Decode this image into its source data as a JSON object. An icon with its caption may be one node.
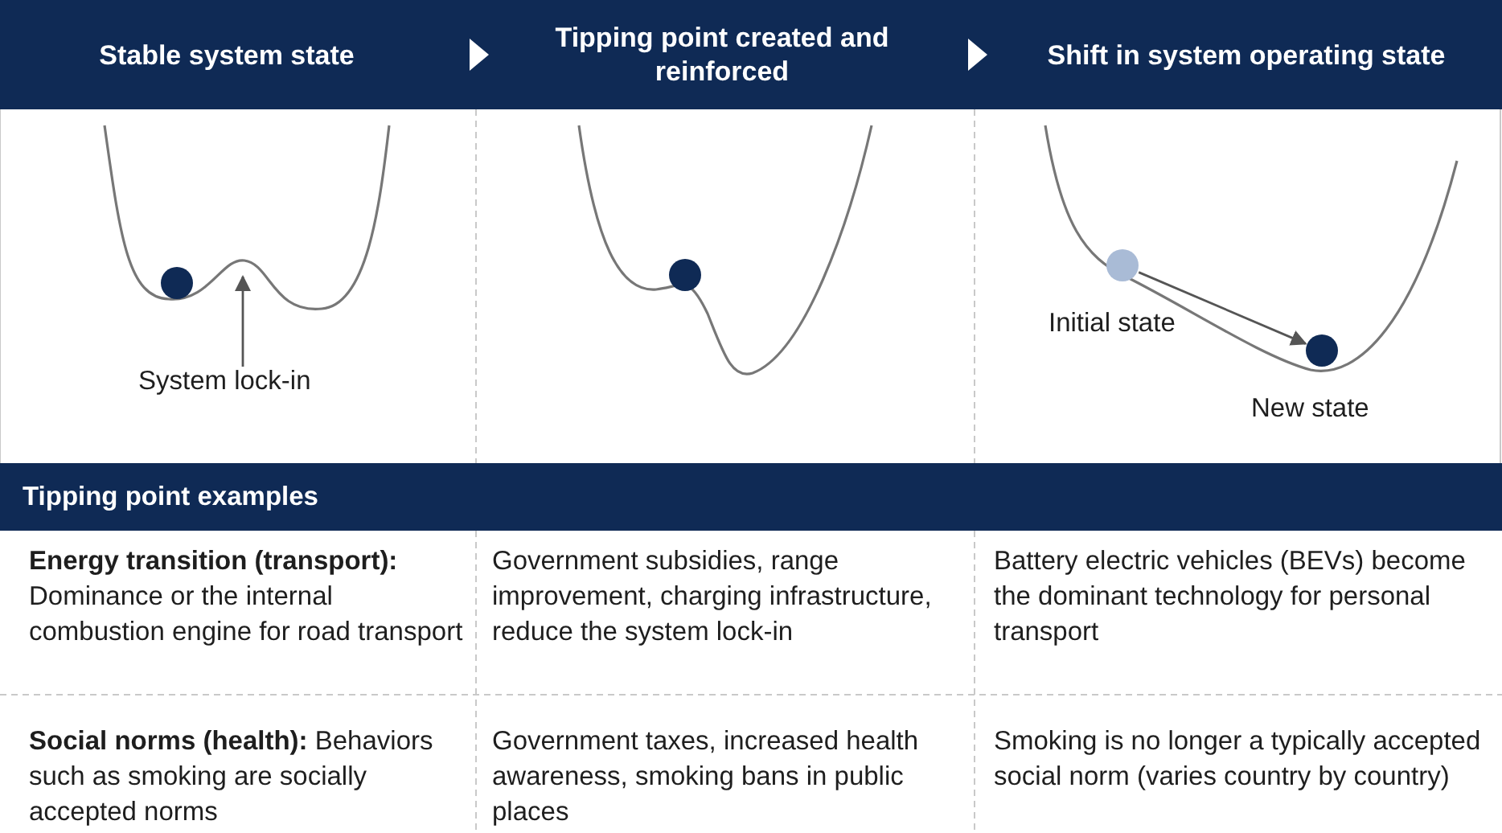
{
  "diagram": {
    "nodes": [
      {
        "text": [
          "Stable system state"
        ]
      },
      {
        "text": [
          "Tipping point created and reinforced"
        ]
      },
      {
        "text": [
          "Shift in system operating state"
        ]
      },
      {
        "text": [
          "System lock-in"
        ]
      },
      {
        "text": [],
        "shape": "circle",
        "beside": [
          "Initial state"
        ]
      },
      {
        "text": [],
        "shape": "circle",
        "beside": [
          "New state"
        ]
      },
      {
        "text": [],
        "shape": "curve"
      }
    ],
    "edges": [
      {
        "from": 0,
        "to": 1,
        "arrow": "to"
      },
      {
        "from": 1,
        "to": 2,
        "arrow": "to"
      },
      {
        "from": 3,
        "to": 6,
        "arrow": "to"
      },
      {
        "from": 4,
        "to": 5,
        "arrow": "to"
      }
    ],
    "labels": [
      "Tipping point examples",
      "**Energy transition (transport):** Dominance or the internal combustion engine for road transport",
      "Government subsidies, range improvement, charging infrastructure, reduce the system lock-in",
      "Battery electric vehicles (BEVs) become the dominant technology for personal transport",
      "**Social norms (health):** Behaviors such as smoking are socially accepted norms",
      "Government taxes, increased health awareness, smoking bans in public places",
      "Smoking is no longer a typically accepted social norm (varies country by country)"
    ]
  }
}
